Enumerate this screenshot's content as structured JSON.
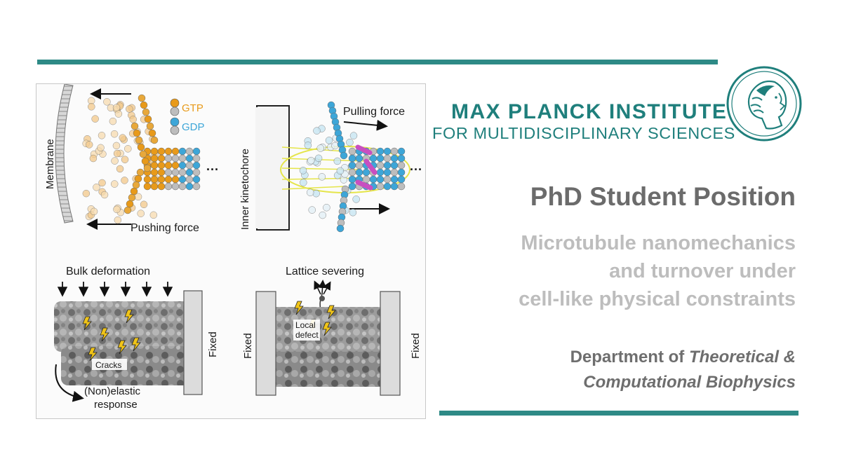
{
  "logo": {
    "title": "MAX PLANCK INSTITUTE",
    "subtitle": "FOR MULTIDISCIPLINARY SCIENCES",
    "emblem_icon": "minerva-head-icon"
  },
  "headline": "PhD Student Position",
  "topic_lines": [
    "Microtubule nanomechanics",
    "and turnover under",
    "cell-like physical constraints"
  ],
  "department": {
    "prefix": "Department of ",
    "italic_line1": "Theoretical &",
    "italic_line2": "Computational Biophysics"
  },
  "figure": {
    "panel1": {
      "membrane": "Membrane",
      "gtp": "GTP",
      "gdp": "GDP",
      "pushing": "Pushing force",
      "ellipsis": "···"
    },
    "panel2": {
      "kinetochore": "Inner kinetochore",
      "pulling": "Pulling force",
      "ellipsis": "···"
    },
    "panel3": {
      "bulk": "Bulk deformation",
      "cracks": "Cracks",
      "fixed": "Fixed",
      "response_line1": "(Non)elastic",
      "response_line2": "response"
    },
    "panel4": {
      "severing": "Lattice severing",
      "fixed_left": "Fixed",
      "fixed_right": "Fixed",
      "defect_line1": "Local",
      "defect_line2": "defect"
    }
  },
  "colors": {
    "accent": "#2e8a86",
    "logo_text": "#1f7f7c",
    "gtp": "#e89a1a",
    "gdp": "#3da6d8",
    "headline": "#6b6b6b",
    "topic": "#bdbdbd",
    "department": "#6e6e6e"
  }
}
